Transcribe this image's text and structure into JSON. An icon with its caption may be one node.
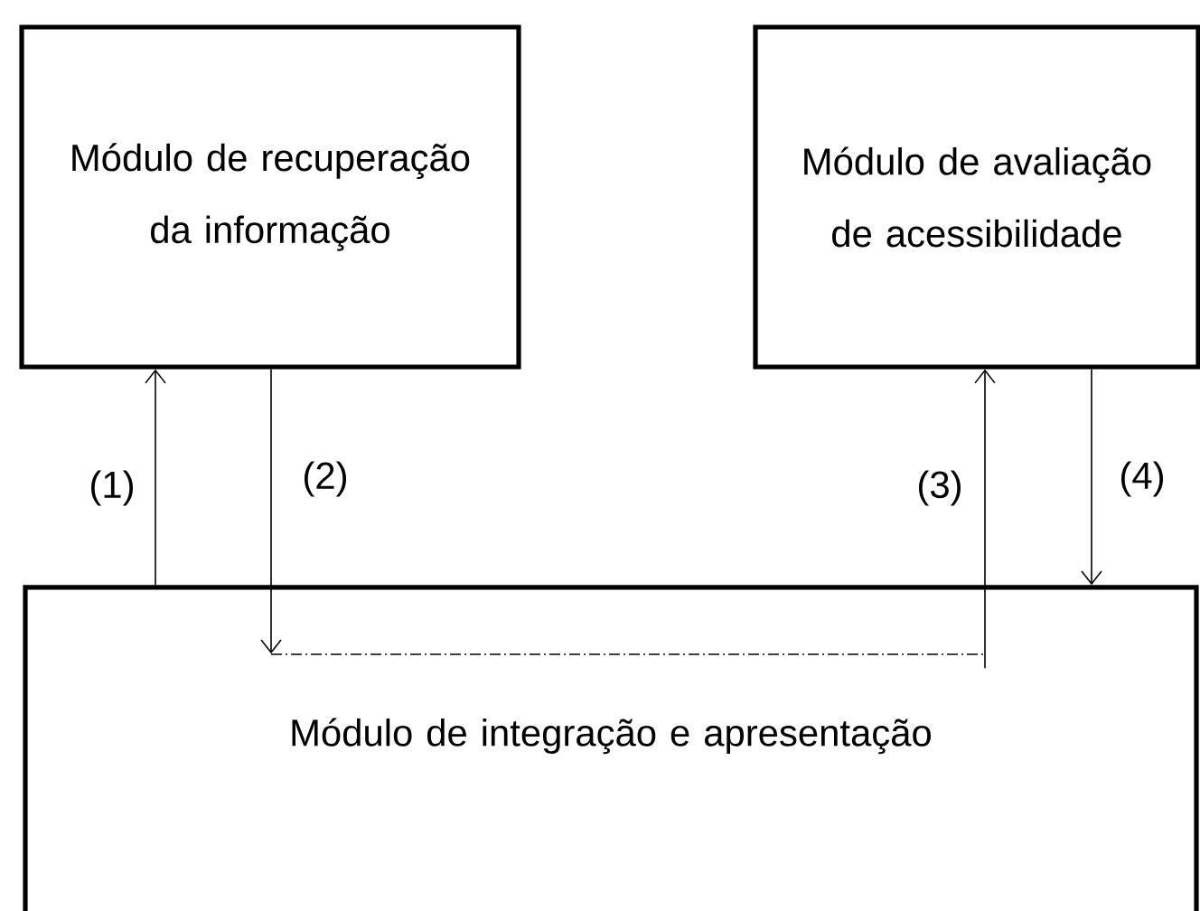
{
  "diagram": {
    "nodes": [
      {
        "text": [
          "Módulo de recuperação da informação"
        ]
      },
      {
        "text": [
          "Módulo de avaliação de acessibilidade"
        ]
      },
      {
        "text": [
          "Módulo de integração e apresentação"
        ]
      }
    ],
    "edges": [
      {
        "from": 2,
        "to": 0,
        "arrow": "to",
        "label": "(1)"
      },
      {
        "from": 0,
        "to": 2,
        "arrow": "to",
        "label": "(2)"
      },
      {
        "from": 2,
        "to": 1,
        "arrow": "to",
        "label": "(3)"
      },
      {
        "from": 1,
        "to": 2,
        "arrow": "to",
        "label": "(4)"
      }
    ]
  }
}
